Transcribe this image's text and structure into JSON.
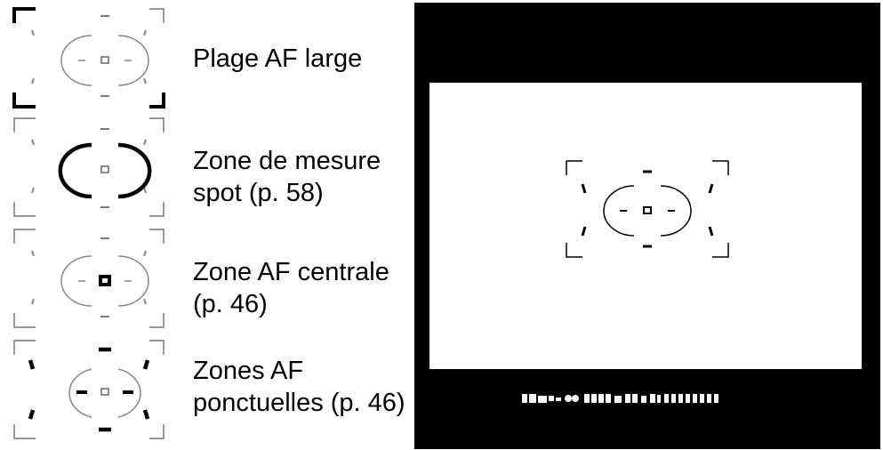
{
  "legend": [
    {
      "label": "Plage AF large",
      "highlight": "wide-frame"
    },
    {
      "label": "Zone de mesure spot (p. 58)",
      "highlight": "spot-circle"
    },
    {
      "label": "Zone AF centrale (p. 46)",
      "highlight": "center-square"
    },
    {
      "label": "Zones AF ponctuelles (p. 46)",
      "highlight": "local-marks"
    }
  ],
  "viewfinder": {
    "status_bar_text": "",
    "status_bar_note": "illegible LCD readout glyphs"
  }
}
